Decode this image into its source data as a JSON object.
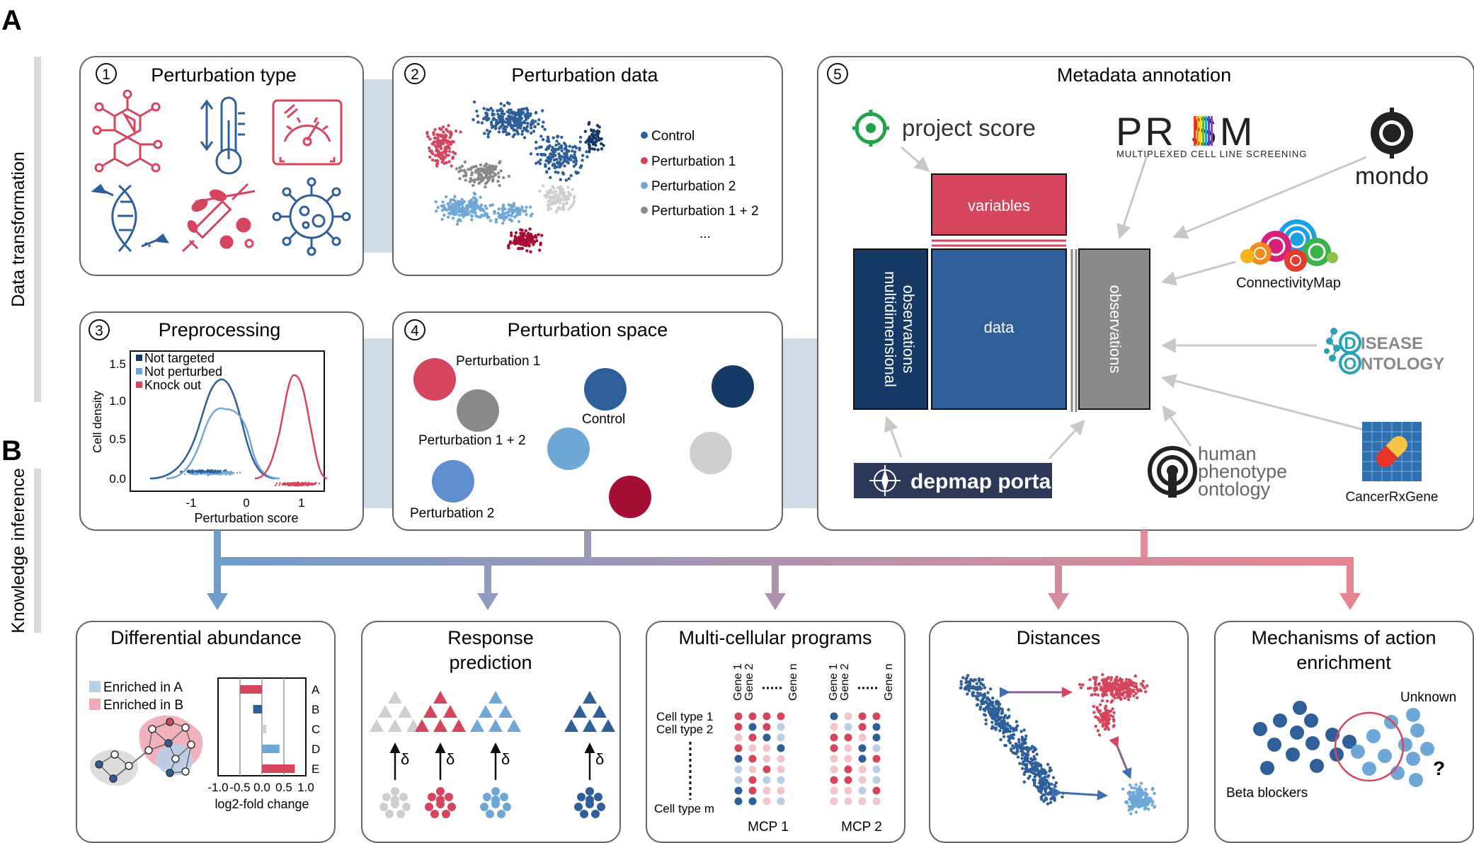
{
  "panels": {
    "a_letter": "A",
    "b_letter": "B",
    "a_side_label": "Data transformation",
    "b_side_label": "Knowledge inference"
  },
  "colors": {
    "red": "#d6455e",
    "dark_red": "#a50f35",
    "blue": "#2e5f99",
    "dark_blue": "#163a66",
    "light_blue": "#6fa8d6",
    "mid_blue": "#5f8fd0",
    "grey": "#8a8a88",
    "light_grey": "#cfcfcf",
    "panel_border": "#666666",
    "connector": "#cfdbe7"
  },
  "p1": {
    "num": "1",
    "title": "Perturbation type"
  },
  "p2": {
    "num": "2",
    "title": "Perturbation data",
    "legend": [
      "Control",
      "Perturbation 1",
      "Perturbation 2",
      "Perturbation 1 + 2",
      "..."
    ]
  },
  "p3": {
    "num": "3",
    "title": "Preprocessing",
    "legend": [
      "Not targeted",
      "Not perturbed",
      "Knock out"
    ],
    "ylabel": "Cell density",
    "xlabel": "Perturbation score",
    "yticks": [
      "1.5",
      "1.0",
      "0.5",
      "0.0"
    ],
    "xticks": [
      "-1",
      "0",
      "1"
    ]
  },
  "p4": {
    "num": "4",
    "title": "Perturbation space",
    "labels": [
      "Perturbation 1",
      "Control",
      "Perturbation 1 + 2",
      "Perturbation 2"
    ]
  },
  "p5": {
    "num": "5",
    "title": "Metadata annotation",
    "variables": "variables",
    "multidim": [
      "multidimensional",
      "observations"
    ],
    "data": "data",
    "observations": "observations",
    "project_score": "project score",
    "prism": "PR SM",
    "prism_sub": "MULTIPLEXED CELL LINE SCREENING",
    "mondo": "mondo",
    "connectivity": "ConnectivityMap",
    "disease": [
      "ISEASE",
      "NTOLOGY"
    ],
    "disease_letters": [
      "D",
      "O"
    ],
    "depmap": "depmap portal",
    "hpo": [
      "human",
      "phenotype",
      "ontology"
    ],
    "cancerrx": "CancerRxGene"
  },
  "b1": {
    "title": "Differential abundance",
    "legend": [
      "Enriched in A",
      "Enriched in B"
    ],
    "categories": [
      "A",
      "B",
      "C",
      "D",
      "E"
    ],
    "xticks": [
      "-1.0",
      "-0.5",
      "0.0",
      "0.5",
      "1.0"
    ],
    "xlabel": "log2-fold change"
  },
  "b2": {
    "title": [
      "Response",
      "prediction"
    ],
    "delta": "δ"
  },
  "b3": {
    "title": "Multi-cellular programs",
    "genes": [
      "Gene 1",
      "Gene 2",
      "Gene n"
    ],
    "rows": [
      "Cell type 1",
      "Cell type 2",
      "Cell type m"
    ],
    "mcp": [
      "MCP 1",
      "MCP 2"
    ]
  },
  "b4": {
    "title": "Distances"
  },
  "b5": {
    "title": [
      "Mechanisms of action",
      "enrichment"
    ],
    "beta": "Beta blockers",
    "unknown": "Unknown",
    "q": "?"
  }
}
